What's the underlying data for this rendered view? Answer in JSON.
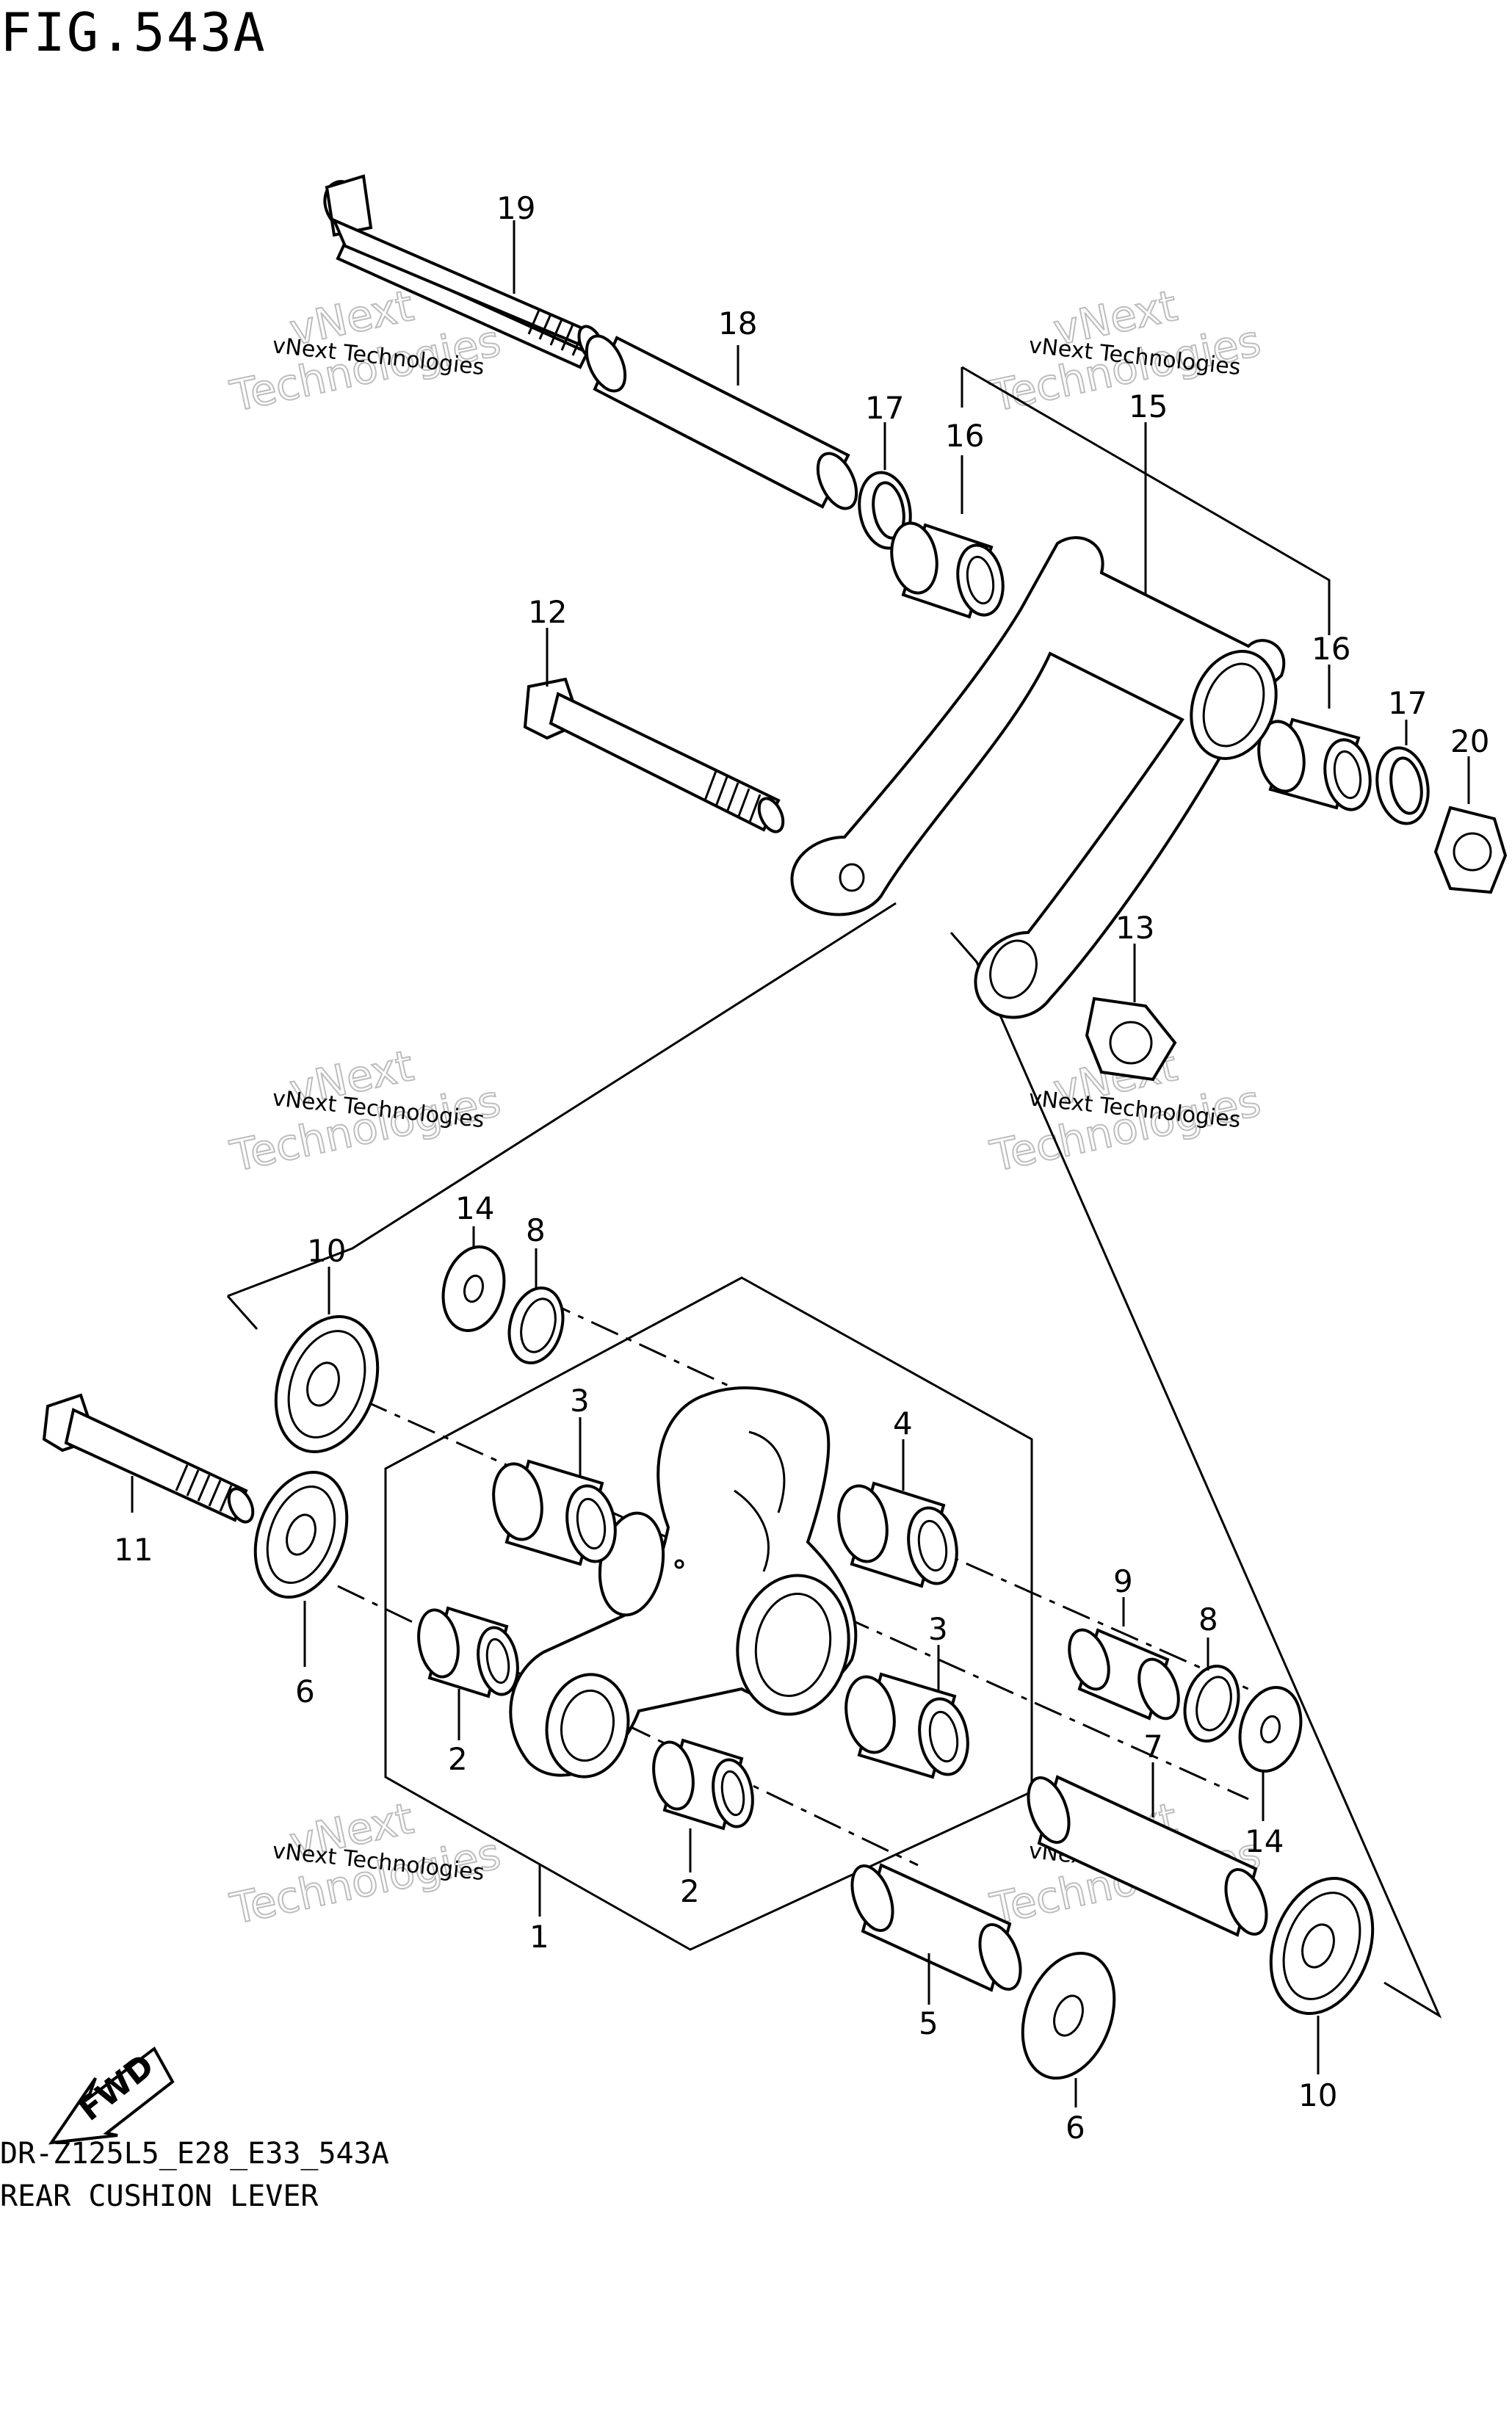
{
  "figure": {
    "title": "FIG.543A",
    "code": "DR-Z125L5_E28_E33_543A",
    "caption": "REAR CUSHION LEVER"
  },
  "watermark": {
    "line1": "vNext Technologies",
    "line2": "vNext",
    "line3": "Technologies"
  },
  "fwd_label": "FWD",
  "callouts": {
    "c1": "1",
    "c2a": "2",
    "c2b": "2",
    "c3a": "3",
    "c3b": "3",
    "c4": "4",
    "c5": "5",
    "c6a": "6",
    "c6b": "6",
    "c7": "7",
    "c8a": "8",
    "c8b": "8",
    "c9": "9",
    "c10a": "10",
    "c10b": "10",
    "c11": "11",
    "c12": "12",
    "c13": "13",
    "c14a": "14",
    "c14b": "14",
    "c15": "15",
    "c16a": "16",
    "c16b": "16",
    "c17a": "17",
    "c17b": "17",
    "c18": "18",
    "c19": "19",
    "c20": "20"
  }
}
